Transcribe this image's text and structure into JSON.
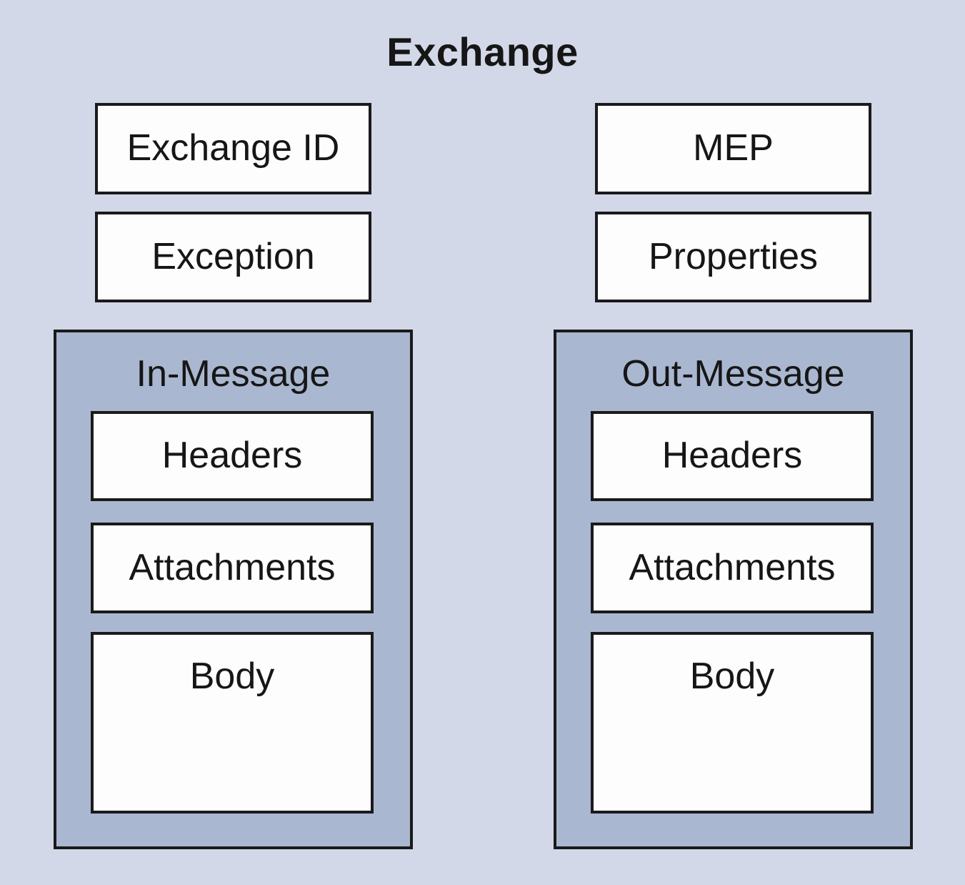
{
  "diagram": {
    "title": "Exchange",
    "top_boxes": [
      {
        "label": "Exchange ID"
      },
      {
        "label": "MEP"
      },
      {
        "label": "Exception"
      },
      {
        "label": "Properties"
      }
    ],
    "containers": [
      {
        "label": "In-Message",
        "boxes": [
          {
            "label": "Headers"
          },
          {
            "label": "Attachments"
          },
          {
            "label": "Body"
          }
        ]
      },
      {
        "label": "Out-Message",
        "boxes": [
          {
            "label": "Headers"
          },
          {
            "label": "Attachments"
          },
          {
            "label": "Body"
          }
        ]
      }
    ]
  },
  "colors": {
    "page_background": "#d3d8e8",
    "container_fill": "#aab7d0",
    "box_fill": "#fdfdfd",
    "border": "#1a1a1c",
    "text": "#161616"
  }
}
